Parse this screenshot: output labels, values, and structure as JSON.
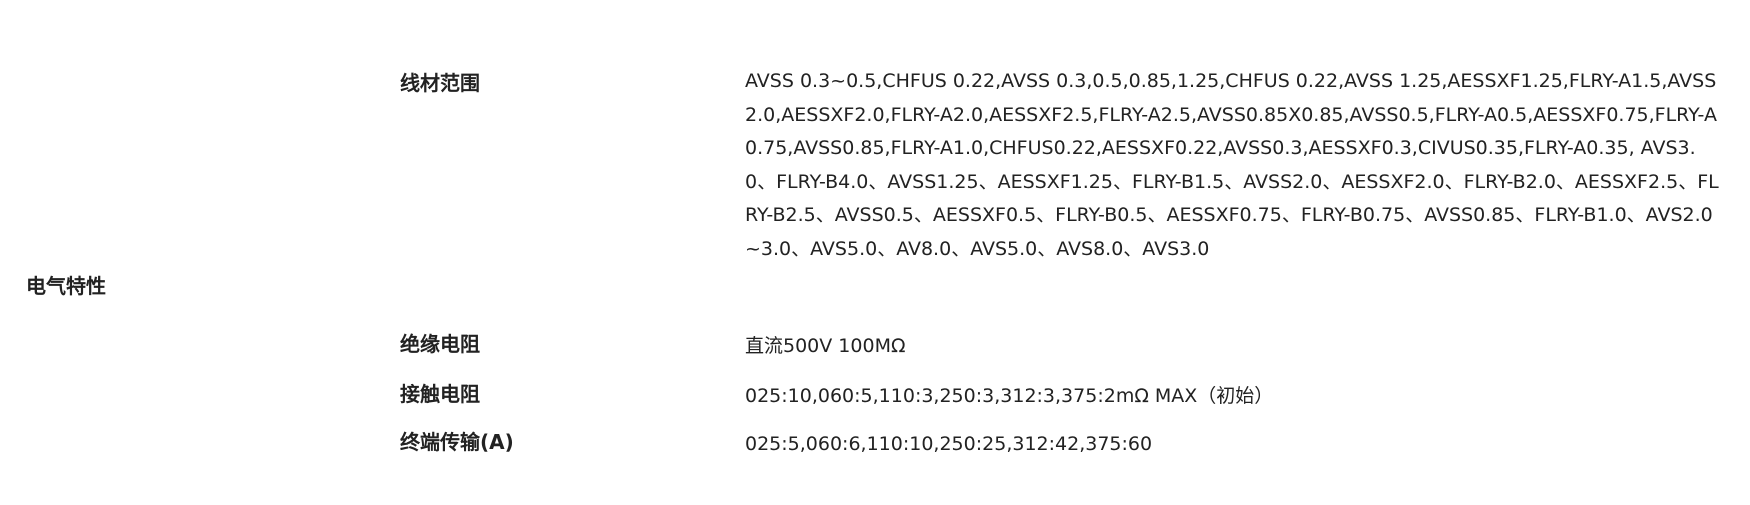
{
  "spec": {
    "category": "电气特性",
    "rows": [
      {
        "label": "线材范围",
        "value": "AVSS 0.3~0.5,CHFUS 0.22,AVSS 0.3,0.5,0.85,1.25,CHFUS 0.22,AVSS 1.25,AESSXF1.25,FLRY-A1.5,AVSS2.0,AESSXF2.0,FLRY-A2.0,AESSXF2.5,FLRY-A2.5,AVSS0.85X0.85,AVSS0.5,FLRY-A0.5,AESSXF0.75,FLRY-A0.75,AVSS0.85,FLRY-A1.0,CHFUS0.22,AESSXF0.22,AVSS0.3,AESSXF0.3,CIVUS0.35,FLRY-A0.35, AVS3.0、FLRY-B4.0、AVSS1.25、AESSXF1.25、FLRY-B1.5、AVSS2.0、AESSXF2.0、FLRY-B2.0、AESSXF2.5、FLRY-B2.5、AVSS0.5、AESSXF0.5、FLRY-B0.5、AESSXF0.75、FLRY-B0.75、AVSS0.85、FLRY-B1.0、AVS2.0~3.0、AVS5.0、AV8.0、AVS5.0、AVS8.0、AVS3.0"
      },
      {
        "label": "绝缘电阻",
        "value": "直流500V 100MΩ"
      },
      {
        "label": "接触电阻",
        "value": "025:10,060:5,110:3,250:3,312:3,375:2mΩ MAX（初始）"
      },
      {
        "label": "终端传输(A)",
        "value": "025:5,060:6,110:10,250:25,312:42,375:60"
      }
    ]
  }
}
